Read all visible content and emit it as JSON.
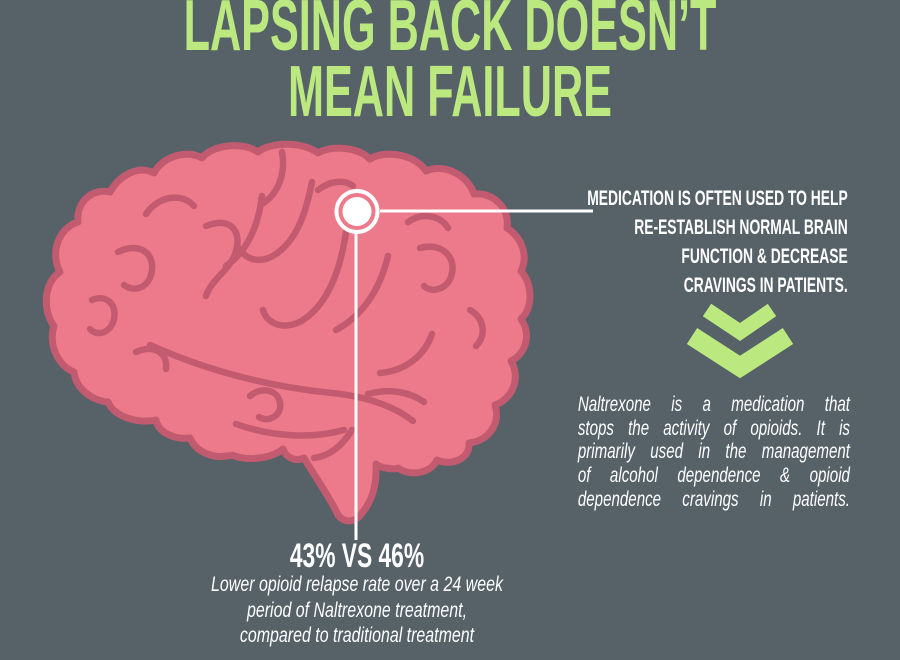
{
  "colors": {
    "bg": "#566168",
    "green": "#bbe97f",
    "brain_fill": "#ed7a8a",
    "brain_outline": "#c35b70",
    "text": "#ffffff"
  },
  "title": {
    "lines": [
      "LAPSING BACK DOESN’T",
      "MEAN FAILURE"
    ]
  },
  "callout": {
    "heading_lines": [
      "MEDICATION IS OFTEN USED TO HELP",
      "RE-ESTABLISH NORMAL BRAIN",
      "FUNCTION & DECREASE",
      "CRAVINGS IN PATIENTS."
    ],
    "chevron_icon": "double-chevron-down",
    "body_lines": [
      "Naltrexone is a medication that",
      "stops the activity of opioids. It is",
      "primarily used in the management",
      "of alcohol dependence & opioid",
      "dependence cravings in patients."
    ]
  },
  "stat": {
    "value": "43% VS 46%",
    "caption_lines": [
      "Lower opioid relapse rate over a 24 week",
      "period of Naltrexone treatment,",
      "compared to traditional treatment"
    ]
  },
  "illustration": {
    "subject": "brain-side-view",
    "marker": "brain-region-marker"
  }
}
